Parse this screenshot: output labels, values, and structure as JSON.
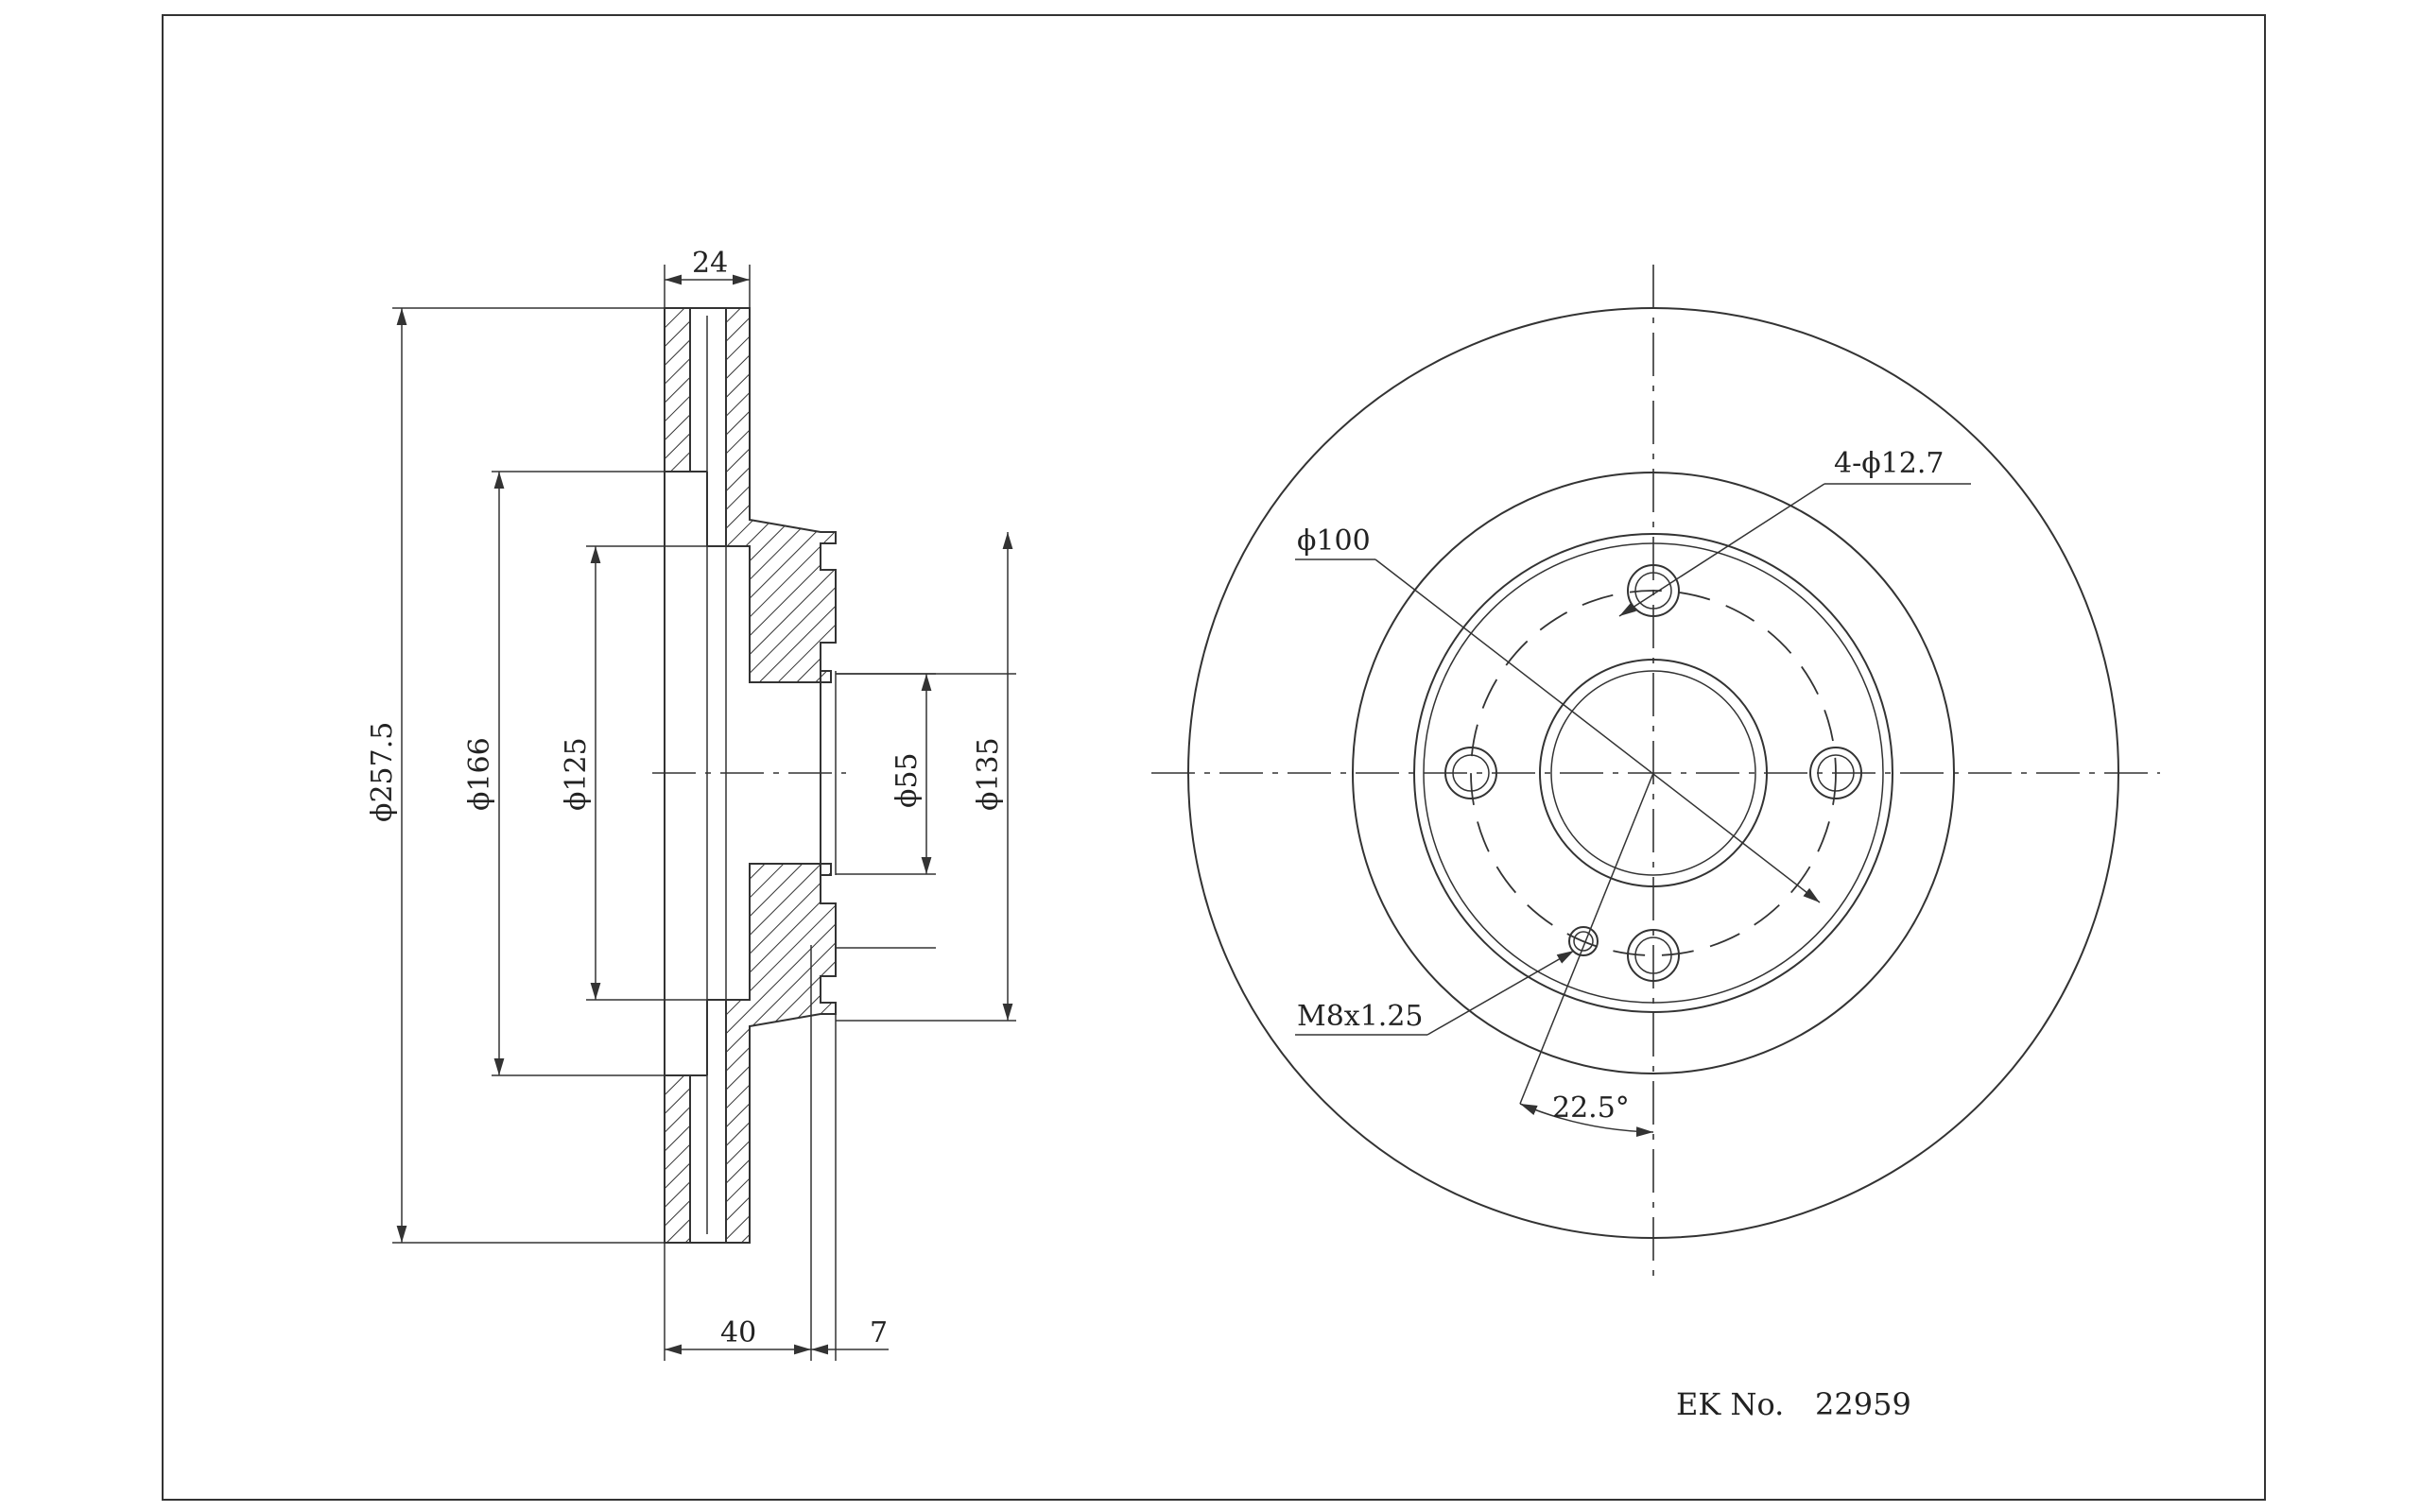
{
  "drawing": {
    "part_label": "EK No.",
    "part_number": "22959",
    "side_view": {
      "dims": {
        "thickness": "24",
        "height_total": "40",
        "hat_step": "7",
        "outer_diameter": "ϕ257.5",
        "d166": "ϕ166",
        "d125": "ϕ125",
        "d55": "ϕ55",
        "d135": "ϕ135"
      }
    },
    "front_view": {
      "dims": {
        "bolt_holes": "4-ϕ12.7",
        "pcd": "ϕ100",
        "thread": "M8x1.25",
        "angle": "22.5°"
      }
    }
  }
}
